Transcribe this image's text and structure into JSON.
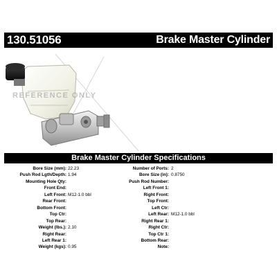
{
  "header": {
    "part_number": "130.51056",
    "title": "Brake Master Cylinder"
  },
  "watermark": "REFERENCE ONLY",
  "spec_title": "Brake Master Cylinder Specifications",
  "left_specs": [
    {
      "label": "Bore Size (mm):",
      "value": "22.23"
    },
    {
      "label": "Push Rod Lgth/Depth:",
      "value": "1.94"
    },
    {
      "label": "Mounting Hole Qty:",
      "value": ""
    },
    {
      "label": "Front End:",
      "value": ""
    },
    {
      "label": "Left Front:",
      "value": "M12-1.0 bbl"
    },
    {
      "label": "Rear Front:",
      "value": ""
    },
    {
      "label": "Bottom Front:",
      "value": ""
    },
    {
      "label": "Top Ctr:",
      "value": ""
    },
    {
      "label": "Top Rear:",
      "value": ""
    },
    {
      "label": "Weight (lbs.):",
      "value": "2.10"
    },
    {
      "label": "Right Rear:",
      "value": ""
    },
    {
      "label": "Left Rear 1:",
      "value": ""
    },
    {
      "label": "Weight (kgs):",
      "value": "0.95"
    }
  ],
  "right_specs": [
    {
      "label": "Number of Ports:",
      "value": "2"
    },
    {
      "label": "Bore Size (in):",
      "value": "0.8750"
    },
    {
      "label": "Push Rod Number:",
      "value": ""
    },
    {
      "label": "Left Front 1:",
      "value": ""
    },
    {
      "label": "Right Front:",
      "value": ""
    },
    {
      "label": "Top Front:",
      "value": ""
    },
    {
      "label": "Left Ctr:",
      "value": ""
    },
    {
      "label": "Left Rear:",
      "value": "M12-1.0 bbl"
    },
    {
      "label": "Right Rear 1:",
      "value": ""
    },
    {
      "label": "Right Ctr:",
      "value": ""
    },
    {
      "label": "Top Ctr 1:",
      "value": ""
    },
    {
      "label": "Bottom Rear:",
      "value": ""
    },
    {
      "label": "Note:",
      "value": ""
    }
  ]
}
